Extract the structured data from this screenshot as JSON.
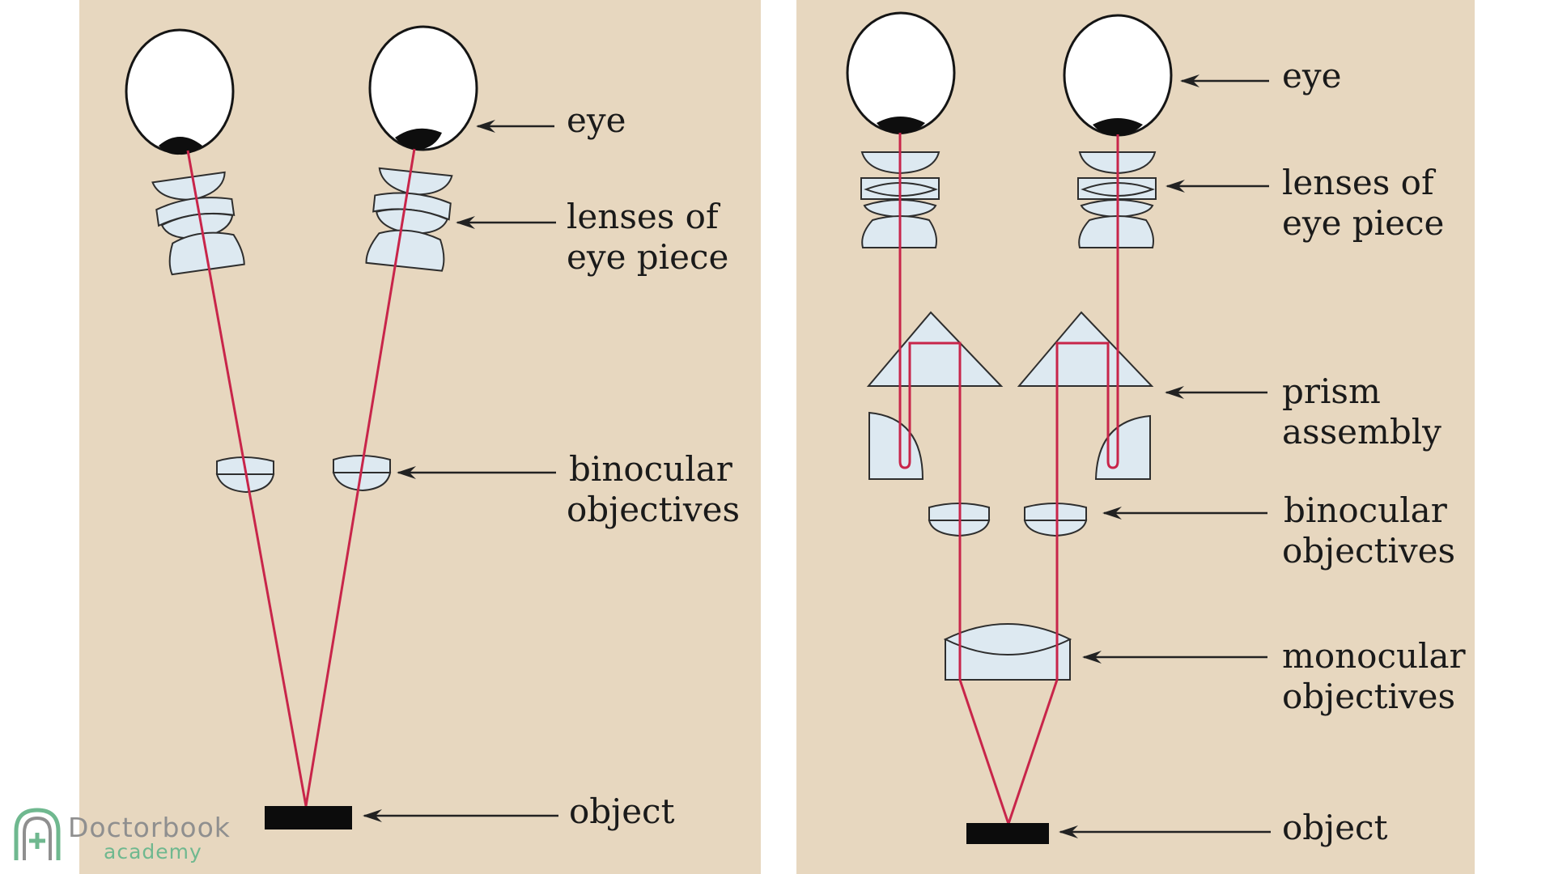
{
  "colors": {
    "page_background": "#ffffff",
    "panel_background": "#e7d7bf",
    "lens_fill": "#dde9f1",
    "ray": "#c8254a",
    "logo_text": "#8f8f8f",
    "logo_accent": "#6fb88f"
  },
  "left_panel": {
    "labels": {
      "eye": "eye",
      "lenses_line1": "lenses of",
      "lenses_line2": "eye piece",
      "binocular_line1": "binocular",
      "binocular_line2": "objectives",
      "object": "object"
    }
  },
  "right_panel": {
    "labels": {
      "eye": "eye",
      "lenses_line1": "lenses of",
      "lenses_line2": "eye piece",
      "prism_line1": "prism",
      "prism_line2": "assembly",
      "binocular_line1": "binocular",
      "binocular_line2": "objectives",
      "monocular_line1": "monocular",
      "monocular_line2": "objectives",
      "object": "object"
    }
  },
  "logo": {
    "name": "Doctorbook",
    "subtitle": "academy",
    "icon": "arch-plus-icon"
  }
}
